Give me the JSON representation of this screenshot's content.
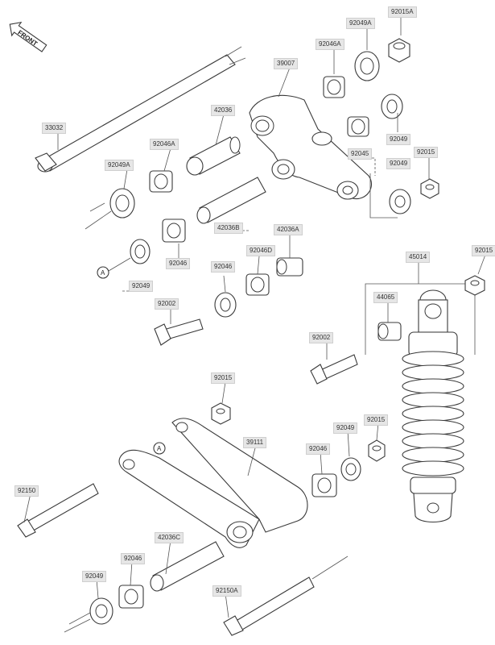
{
  "diagram": {
    "front_marker": "FRONT",
    "ref_marker": "A",
    "labels": {
      "p33032": "33032",
      "p39007": "39007",
      "p42036": "42036",
      "p92049A_top": "92049A",
      "p92015A": "92015A",
      "p92046A": "92046A",
      "p92049_right1": "92049",
      "p92045": "92045",
      "p92015_top": "92015",
      "p92049_right2": "92049",
      "p92046A_left": "92046A",
      "p92049A_left": "92049A",
      "p42036B": "42036B",
      "p42036A": "42036A",
      "p92046_left": "92046",
      "p92049_left": "92049",
      "p92046_mid": "92046",
      "p92046D": "92046D",
      "p92002_top": "92002",
      "p45014": "45014",
      "p92015_right": "92015",
      "p44065": "44065",
      "p92002_mid": "92002",
      "p92015_mid": "92015",
      "p39111": "39111",
      "p92049_low": "92049",
      "p92015_low": "92015",
      "p92046_low": "92046",
      "p92150": "92150",
      "p42036C": "42036C",
      "p92046_bot": "92046",
      "p92049_bot": "92049",
      "p92150A": "92150A"
    }
  }
}
